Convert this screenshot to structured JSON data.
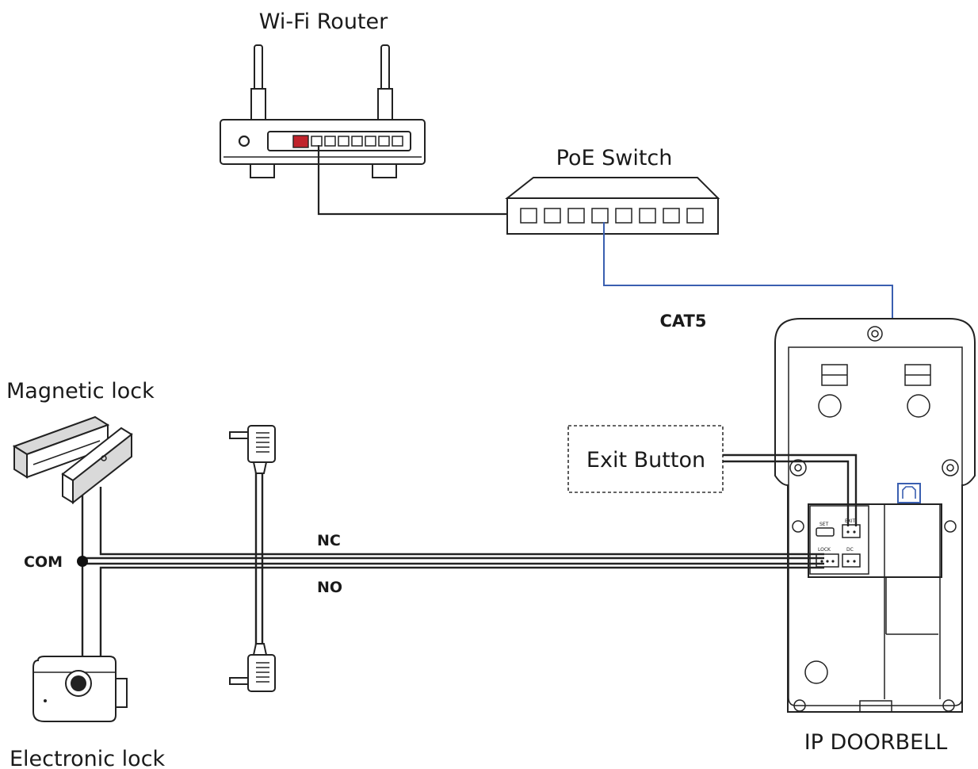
{
  "labels": {
    "wifi_router": "Wi-Fi Router",
    "poe_switch": "PoE Switch",
    "cat5": "CAT5",
    "magnetic_lock": "Magnetic lock",
    "electronic_lock": "Electronic lock",
    "exit_button": "Exit Button",
    "com": "COM",
    "nc": "NC",
    "no": "NO",
    "ip_doorbell": "IP DOORBELL",
    "terminal_set": "SET",
    "terminal_exit": "EXIT",
    "terminal_lock": "LOCK",
    "terminal_dc": "DC"
  },
  "colors": {
    "line": "#222222",
    "cat5_cable": "#3a5fb0",
    "router_port_highlight": "#c0222b"
  }
}
